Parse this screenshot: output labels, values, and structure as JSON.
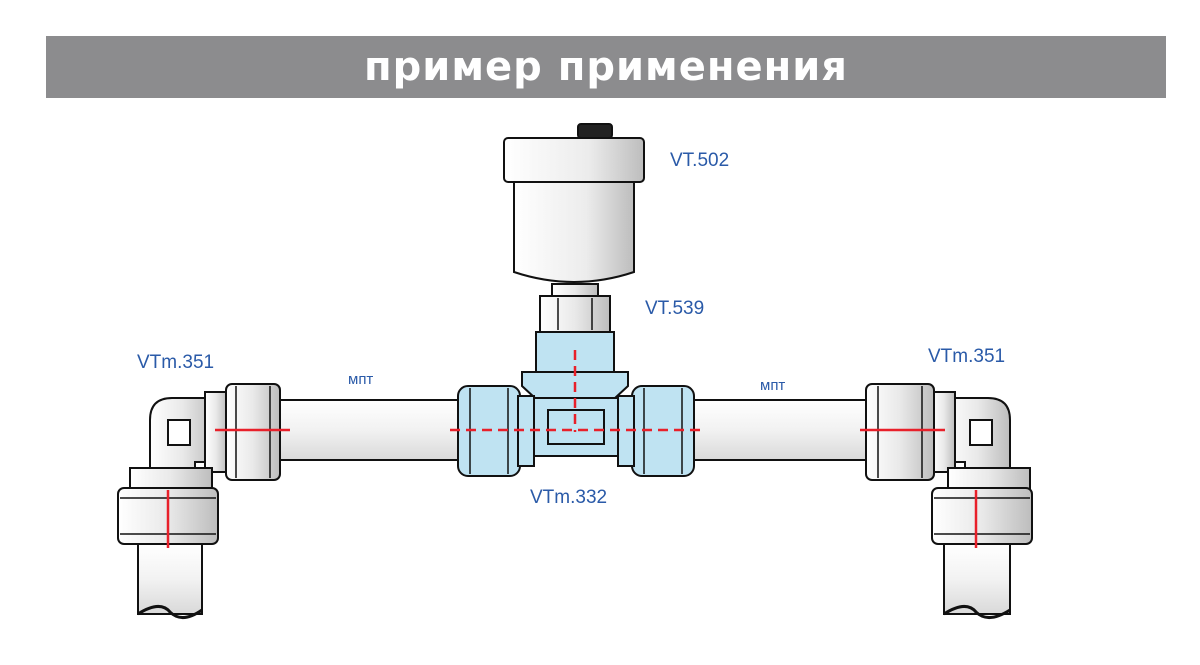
{
  "header": {
    "title": "пример применения"
  },
  "labels": {
    "vent": "VT.502",
    "valve": "VT.539",
    "tee": "VTm.332",
    "elbow_left": "VTm.351",
    "elbow_right": "VTm.351",
    "pipe_left": "мпт",
    "pipe_right": "мпт"
  },
  "colors": {
    "banner": "#8c8c8e",
    "label": "#2a5aa8",
    "tee_fill": "#bfe3f2",
    "axis": "#e8202a"
  }
}
